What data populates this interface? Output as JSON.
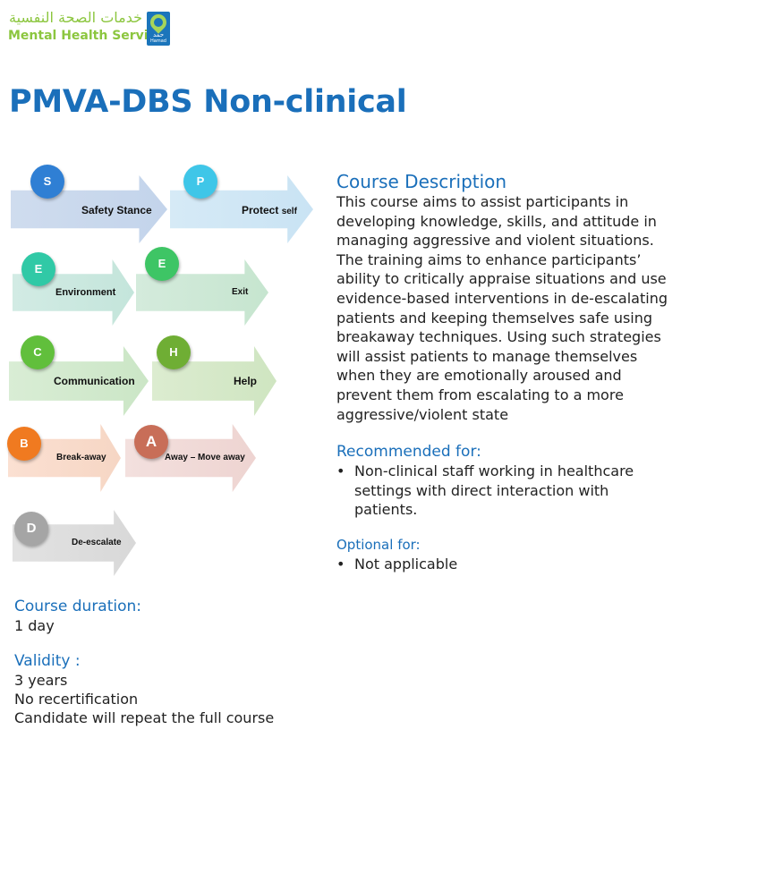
{
  "header": {
    "logo_arabic": "خدمات الصحة النفسية",
    "logo_english": "Mental Health Service",
    "badge_arabic": "حمد",
    "badge_english": "Hamad"
  },
  "title": "PMVA-DBS Non-clinical",
  "spec_diagram": [
    {
      "letter": "S",
      "label": "Safety Stance",
      "color": "#2f7fd4"
    },
    {
      "letter": "P",
      "label": "Protect self",
      "color": "#3fc6e8"
    },
    {
      "letter": "E",
      "label": "Environment",
      "color": "#30c9a6"
    },
    {
      "letter": "E",
      "label": "Exit",
      "color": "#3ec565"
    },
    {
      "letter": "C",
      "label": "Communication",
      "color": "#61bf3c"
    },
    {
      "letter": "H",
      "label": "Help",
      "color": "#6fae34"
    },
    {
      "letter": "B",
      "label": "Break-away",
      "color": "#f07a20"
    },
    {
      "letter": "A",
      "label": "Away – Move away",
      "color": "#c86e58"
    },
    {
      "letter": "D",
      "label": "De-escalate",
      "color": "#a5a5a5"
    }
  ],
  "arrow_colors": {
    "row1": "#c5d6ec",
    "row2": "#c8e6dd",
    "row3": "#cfe7cb",
    "row4": "#f8dbcc",
    "row4b": "#f1dcda",
    "row5": "#dddddd"
  },
  "duration": {
    "heading": "Course duration:",
    "value": "1 day"
  },
  "validity": {
    "heading": "Validity :",
    "lines": [
      "3 years",
      "No recertification",
      "Candidate will repeat the full course"
    ]
  },
  "description": {
    "heading": "Course Description",
    "lines": [
      "This course aims to assist participants in",
      "developing knowledge, skills, and attitude in",
      "managing aggressive and violent situations.",
      "The training aims to enhance participants’",
      "ability to critically appraise situations and use",
      "evidence-based interventions in de-escalating",
      "patients and keeping themselves safe using",
      "breakaway techniques. Using such strategies",
      "will assist patients to manage themselves",
      "when they are emotionally aroused and",
      "prevent them from escalating to a more",
      "aggressive/violent state"
    ]
  },
  "recommended": {
    "heading": "Recommended for:",
    "bullet": "•",
    "lines": [
      "Non-clinical staff working in healthcare",
      "settings with direct interaction with",
      "patients."
    ]
  },
  "optional": {
    "heading": "Optional for:",
    "bullet": "•",
    "value": "Not applicable"
  }
}
